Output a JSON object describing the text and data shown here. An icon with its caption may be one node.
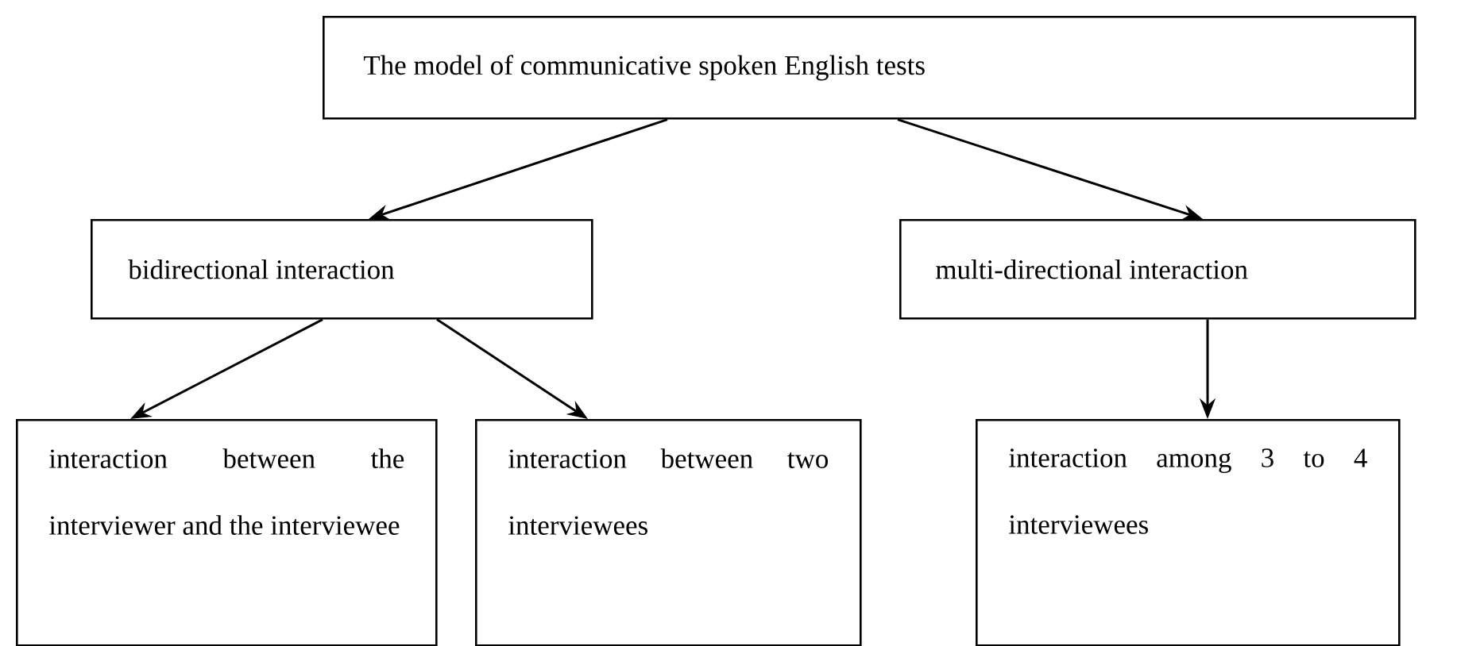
{
  "diagram": {
    "nodes": [
      {
        "text": [
          "The model of communicative spoken English tests"
        ]
      },
      {
        "text": [
          "bidirectional interaction"
        ]
      },
      {
        "text": [
          "multi-directional interaction"
        ]
      },
      {
        "text": [
          "interaction between the interviewer and the interviewee"
        ]
      },
      {
        "text": [
          "interaction between two interviewees"
        ]
      },
      {
        "text": [
          "interaction among 3 to 4 interviewees"
        ]
      }
    ],
    "edges": [
      {
        "from": 0,
        "to": 1,
        "arrow": "to"
      },
      {
        "from": 0,
        "to": 2,
        "arrow": "to"
      },
      {
        "from": 1,
        "to": 3,
        "arrow": "to"
      },
      {
        "from": 1,
        "to": 4,
        "arrow": "to"
      },
      {
        "from": 2,
        "to": 5,
        "arrow": "to"
      }
    ]
  }
}
